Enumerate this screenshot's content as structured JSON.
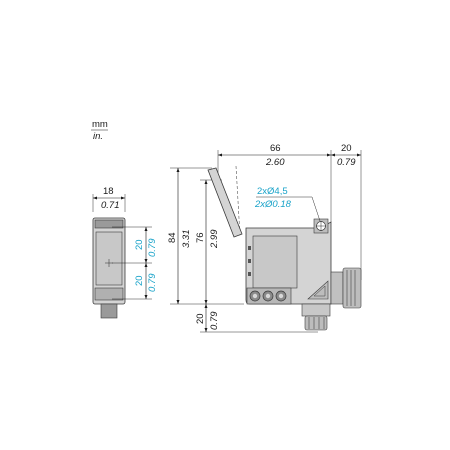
{
  "units": {
    "primary": "mm",
    "secondary": "in."
  },
  "side_view": {
    "width": {
      "mm": "18",
      "in": "0.71"
    },
    "upper": {
      "mm": "20",
      "in": "0.79"
    },
    "lower": {
      "mm": "20",
      "in": "0.79"
    }
  },
  "front_view": {
    "total_height": {
      "mm": "84",
      "in": "3.31"
    },
    "body_height": {
      "mm": "76",
      "in": "2.99"
    },
    "bottom_offset": {
      "mm": "20",
      "in": "0.79"
    },
    "length": {
      "mm": "66",
      "in": "2.60"
    },
    "connector": {
      "mm": "20",
      "in": "0.79"
    },
    "hole": {
      "mm": "2xØ4,5",
      "in": "2xØ0.18"
    }
  },
  "colors": {
    "inch_text": "#1aa3c9",
    "line": "#1a1a1a",
    "body": "#d4d4d4"
  }
}
